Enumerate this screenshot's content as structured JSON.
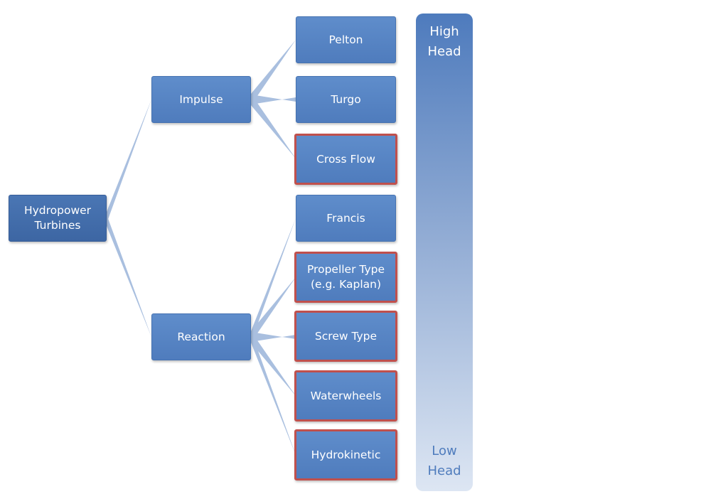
{
  "root": {
    "line1": "Hydropower",
    "line2": "Turbines"
  },
  "branches": {
    "impulse": {
      "label": "Impulse",
      "children": [
        {
          "label": "Pelton",
          "highlighted": false
        },
        {
          "label": "Turgo",
          "highlighted": false
        },
        {
          "label": "Cross Flow",
          "highlighted": true
        }
      ]
    },
    "reaction": {
      "label": "Reaction",
      "children": [
        {
          "label": "Francis",
          "highlighted": false
        },
        {
          "line1": "Propeller Type",
          "line2": "(e.g. Kaplan)",
          "highlighted": true
        },
        {
          "label": "Screw Type",
          "highlighted": true
        },
        {
          "label": "Waterwheels",
          "highlighted": true
        },
        {
          "label": "Hydrokinetic",
          "highlighted": true
        }
      ]
    }
  },
  "head_scale": {
    "top": {
      "line1": "High",
      "line2": "Head"
    },
    "bottom": {
      "line1": "Low",
      "line2": "Head"
    }
  },
  "colors": {
    "node_fill": "#4f81bd",
    "node_dark": "#3d66a3",
    "highlight_border": "#c0504d",
    "connector": "#a9bfdf"
  }
}
